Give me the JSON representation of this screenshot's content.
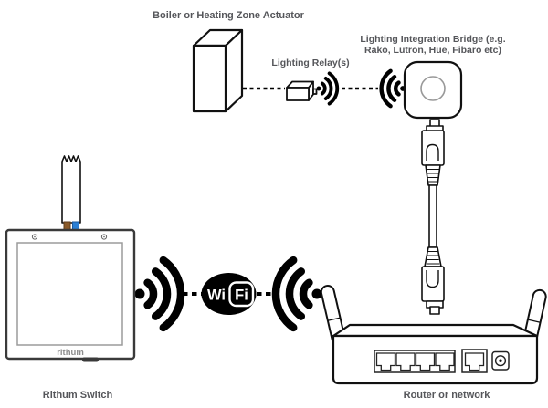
{
  "diagram": {
    "labels": {
      "boiler": "Boiler or Heating Zone Actuator",
      "lighting_relay": "Lighting Relay(s)",
      "bridge_line1": "Lighting Integration Bridge (e.g.",
      "bridge_line2": "Rako, Lutron, Hue, Fibaro etc)",
      "rithum_switch": "Rithum Switch",
      "router": "Router or network"
    },
    "device_text": {
      "switch_brand": "rithum",
      "wifi_wi": "Wi",
      "wifi_fi": "Fi"
    },
    "icons": {
      "wireless_waves": "wifi-signal-icon",
      "wifi_badge": "wifi-logo",
      "ethernet": "ethernet-cable-icon"
    },
    "colors": {
      "line": "#111111",
      "label_text": "#55565a",
      "wire_live_brown": "#8a5a2a",
      "wire_neutral_blue": "#2b7fd4",
      "background": "#ffffff"
    },
    "connections": [
      "Boiler or Heating Zone Actuator — wired — Lighting Relay(s)",
      "Lighting Relay(s) — wireless — Lighting Integration Bridge",
      "Lighting Integration Bridge — ethernet — Router or network",
      "Rithum Switch — WiFi — Router or network"
    ]
  }
}
